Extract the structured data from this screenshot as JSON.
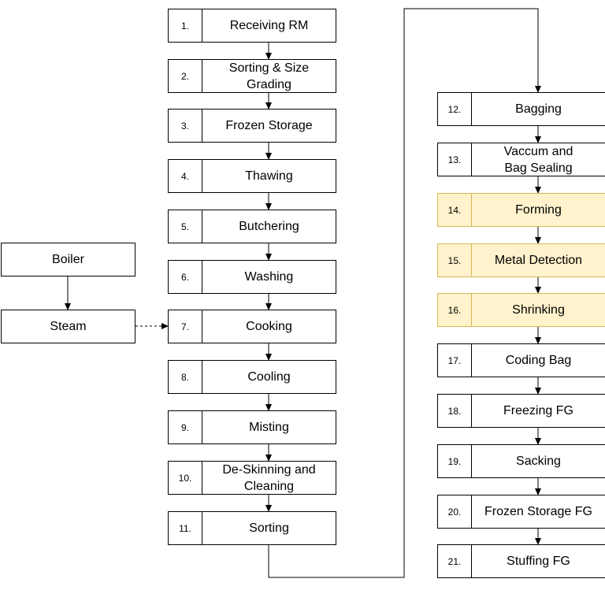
{
  "steps": [
    {
      "num": "1.",
      "label": "Receiving RM"
    },
    {
      "num": "2.",
      "label": "Sorting & Size\nGrading"
    },
    {
      "num": "3.",
      "label": "Frozen Storage"
    },
    {
      "num": "4.",
      "label": "Thawing"
    },
    {
      "num": "5.",
      "label": "Butchering"
    },
    {
      "num": "6.",
      "label": "Washing"
    },
    {
      "num": "7.",
      "label": "Cooking"
    },
    {
      "num": "8.",
      "label": "Cooling"
    },
    {
      "num": "9.",
      "label": "Misting"
    },
    {
      "num": "10.",
      "label": "De-Skinning and\nCleaning"
    },
    {
      "num": "11.",
      "label": "Sorting"
    },
    {
      "num": "12.",
      "label": "Bagging"
    },
    {
      "num": "13.",
      "label": "Vaccum and\nBag Sealing"
    },
    {
      "num": "14.",
      "label": "Forming",
      "highlight": true
    },
    {
      "num": "15.",
      "label": "Metal Detection",
      "highlight": true
    },
    {
      "num": "16.",
      "label": "Shrinking",
      "highlight": true
    },
    {
      "num": "17.",
      "label": "Coding Bag"
    },
    {
      "num": "18.",
      "label": "Freezing FG"
    },
    {
      "num": "19.",
      "label": "Sacking"
    },
    {
      "num": "20.",
      "label": "Frozen Storage FG"
    },
    {
      "num": "21.",
      "label": "Stuffing FG"
    }
  ],
  "side": {
    "boiler": "Boiler",
    "steam": "Steam"
  },
  "colors": {
    "highlight_fill": "#fff2cc",
    "highlight_stroke": "#d6b656"
  }
}
